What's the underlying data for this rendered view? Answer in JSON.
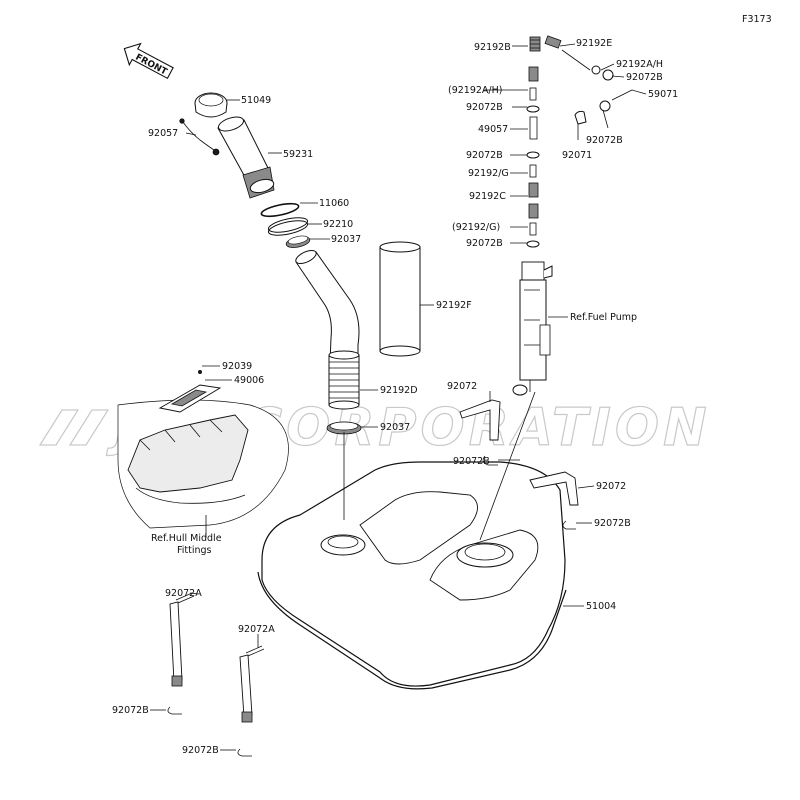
{
  "figure_code": "F3173",
  "front_label": "FRONT",
  "watermark": "JSP CORPORATION",
  "labels": {
    "p51049": "51049",
    "p92057": "92057",
    "p59231": "59231",
    "p11060": "11060",
    "p92210": "92210",
    "p92037a": "92037",
    "p92192F": "92192F",
    "p92192D": "92192D",
    "p92037b": "92037",
    "p92039": "92039",
    "p49006": "49006",
    "ref_hull_1": "Ref.Hull Middle",
    "ref_hull_2": "Fittings",
    "p92072a": "92072",
    "p92072Bc": "92072B",
    "p92072b": "92072",
    "p92072Bd": "92072B",
    "p51004": "51004",
    "p92072A1": "92072A",
    "p92072A2": "92072A",
    "p92072Be": "92072B",
    "p92072Bf": "92072B",
    "p92192B1": "92192B",
    "p92192E": "92192E",
    "p92192AH_r": "92192A/H",
    "p92072B_r1": "92072B",
    "p59071": "59071",
    "p92192AH_l": "(92192A/H)",
    "p92072B_l1": "92072B",
    "p49057": "49057",
    "p92072B_r2": "92072B",
    "p92071": "92071",
    "p92072B_l2": "92072B",
    "p92192G": "92192/G",
    "p92192C": "92192C",
    "p92192G2": "(92192/G)",
    "p92072B_l3": "92072B",
    "ref_pump": "Ref.Fuel Pump"
  }
}
